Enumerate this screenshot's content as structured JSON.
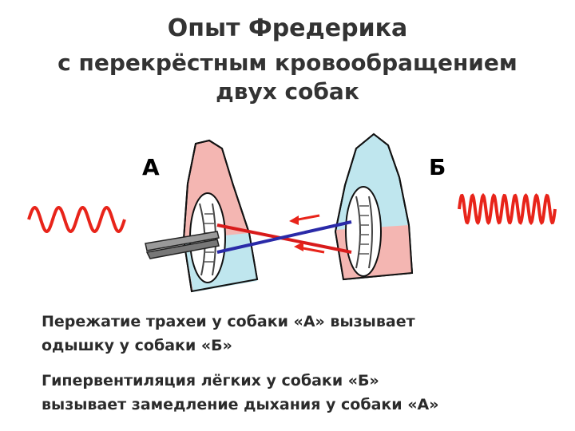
{
  "title": {
    "line1": "Опыт Фредерика",
    "line2": "с перекрёстным кровообращением",
    "line3": "двух собак"
  },
  "dog_labels": {
    "a": "А",
    "b": "Б"
  },
  "captions": {
    "line1": "Пережатие трахеи у собаки «А» вызывает",
    "line2": "одышку у собаки «Б»",
    "line3": "Гипервентиляция лёгких у собаки «Б»",
    "line4": "вызывает замедление дыхания у собаки «А»"
  },
  "colors": {
    "wave": "#e8241a",
    "artery": "#d81b1b",
    "vein": "#2a2aa8",
    "dog_pink": "#f4b6b2",
    "dog_blue": "#bfe6ee"
  },
  "breathing": {
    "dog_a": {
      "cycles": 4,
      "description_icon": "slow-breathing-wave"
    },
    "dog_b": {
      "cycles": 9,
      "description_icon": "fast-breathing-wave"
    }
  }
}
